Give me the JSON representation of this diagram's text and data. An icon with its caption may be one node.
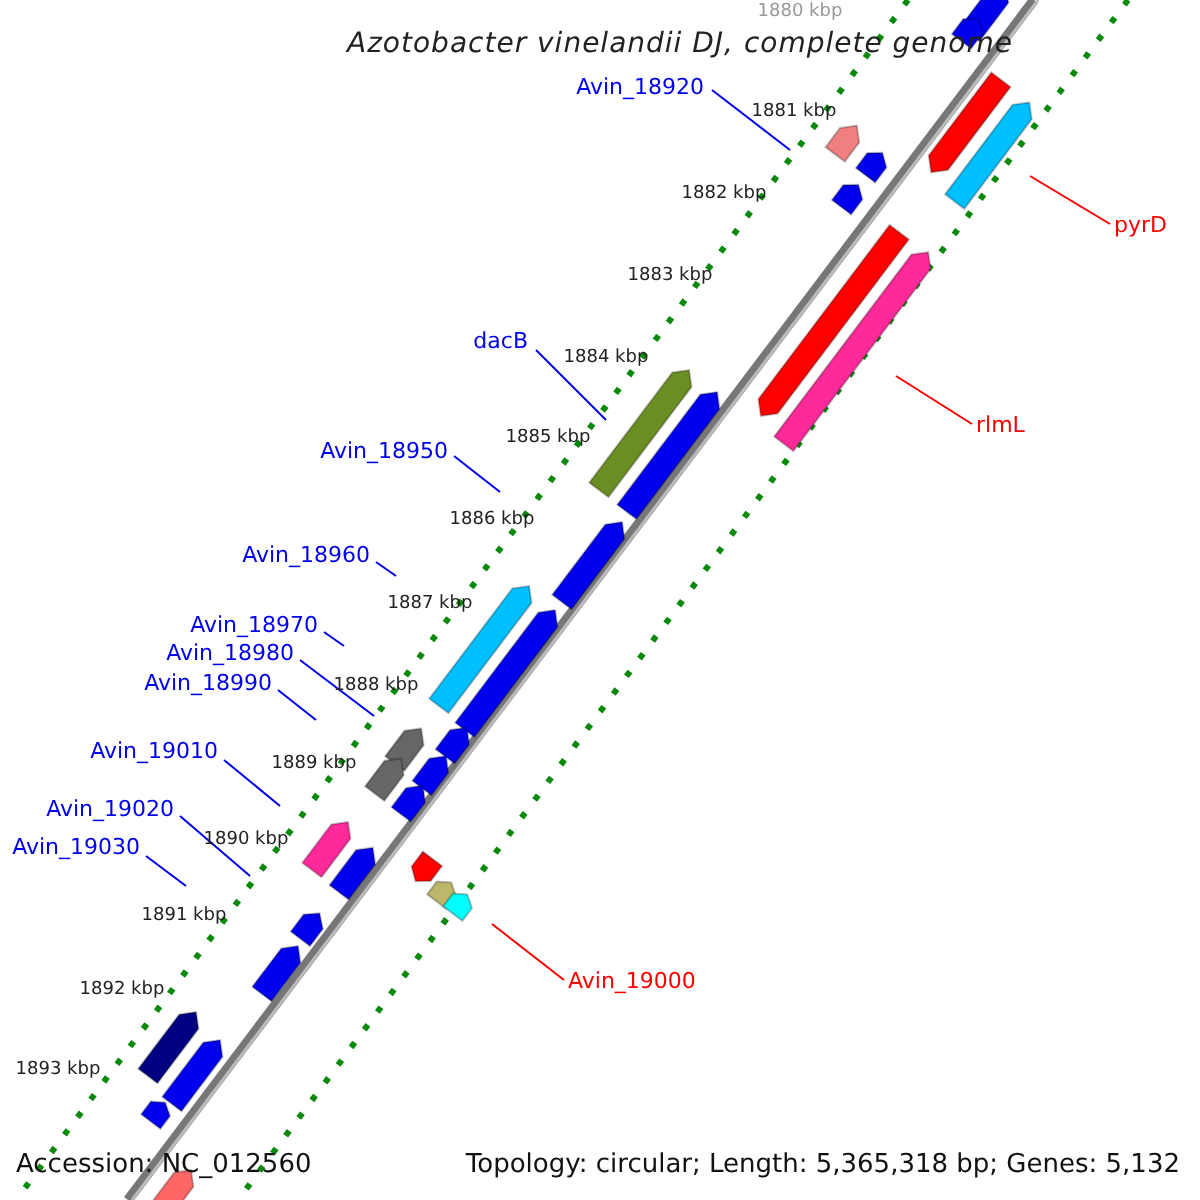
{
  "diagram": {
    "title": "Azotobacter vinelandii DJ, complete genome",
    "nodes": [
      {
        "text": [
          "Avin_18920"
        ]
      },
      {
        "text": [
          "dacB"
        ]
      },
      {
        "text": [
          "Avin_18950"
        ]
      },
      {
        "text": [
          "Avin_18960"
        ]
      },
      {
        "text": [
          "Avin_18970"
        ]
      },
      {
        "text": [
          "Avin_18980"
        ]
      },
      {
        "text": [
          "Avin_18990"
        ]
      },
      {
        "text": [
          "Avin_19010"
        ]
      },
      {
        "text": [
          "Avin_19020"
        ]
      },
      {
        "text": [
          "Avin_19030"
        ]
      },
      {
        "text": [
          "pyrD"
        ]
      },
      {
        "text": [
          "rlmL"
        ]
      },
      {
        "text": [
          "Avin_19000"
        ]
      }
    ],
    "edges": [
      {
        "from": 0,
        "to": null,
        "arrow": "none"
      },
      {
        "from": 1,
        "to": null,
        "arrow": "none"
      },
      {
        "from": 2,
        "to": null,
        "arrow": "none"
      },
      {
        "from": 3,
        "to": null,
        "arrow": "none"
      },
      {
        "from": 4,
        "to": null,
        "arrow": "none"
      },
      {
        "from": 5,
        "to": null,
        "arrow": "none"
      },
      {
        "from": 6,
        "to": null,
        "arrow": "none"
      },
      {
        "from": 7,
        "to": null,
        "arrow": "none"
      },
      {
        "from": 8,
        "to": null,
        "arrow": "none"
      },
      {
        "from": 9,
        "to": null,
        "arrow": "none"
      },
      {
        "from": 10,
        "to": null,
        "arrow": "none",
        "color": "#ff0000"
      },
      {
        "from": 11,
        "to": null,
        "arrow": "none",
        "color": "#ff0000"
      },
      {
        "from": 12,
        "to": null,
        "arrow": "none",
        "color": "#ff0000"
      }
    ],
    "labels": [
      "1880 kbp",
      "1881 kbp",
      "1882 kbp",
      "1883 kbp",
      "1884 kbp",
      "1885 kbp",
      "1886 kbp",
      "1887 kbp",
      "1888 kbp",
      "1889 kbp",
      "1890 kbp",
      "1891 kbp",
      "1892 kbp",
      "1893 kbp",
      "Accession: NC_012560",
      "Topology: circular; Length: 5,365,318 bp; Genes: 5,132"
    ]
  }
}
